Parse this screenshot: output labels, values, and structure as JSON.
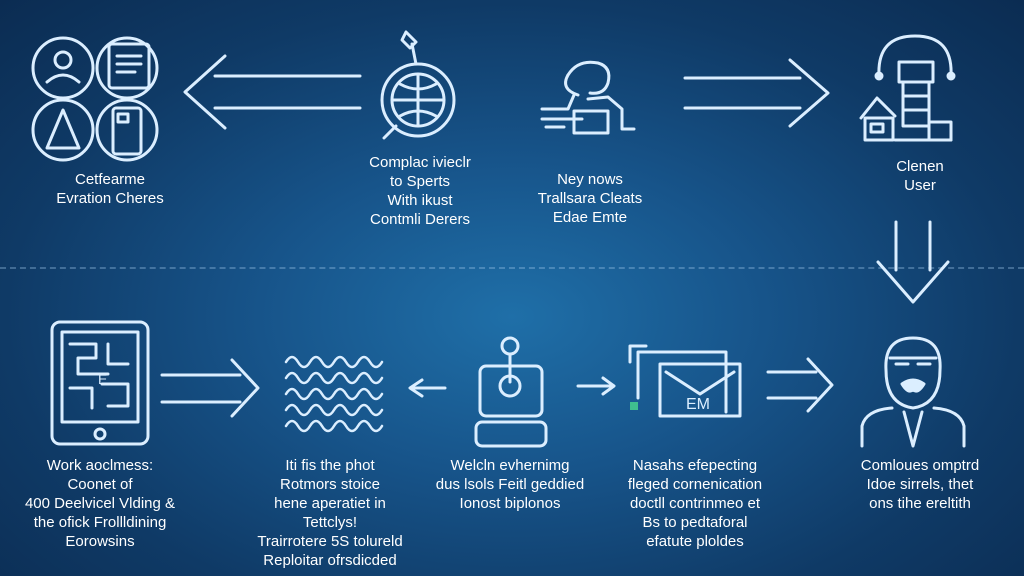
{
  "top_row": [
    {
      "id": "t1",
      "lines": [
        "Cetfearme",
        "Evration Cheres"
      ]
    },
    {
      "id": "t2",
      "lines": [
        "Complac ivieclr",
        "to Sperts",
        "With ikust",
        "Contmli Derers"
      ]
    },
    {
      "id": "t3",
      "lines": [
        "Ney nows",
        "Trallsara Cleats",
        "Edae Emte"
      ]
    },
    {
      "id": "t4",
      "lines": [
        "Clenen",
        "User"
      ]
    }
  ],
  "bottom_row": [
    {
      "id": "b1",
      "lines": [
        "Work aoclmess:",
        "Coonet of",
        "400 Deelvicel Vlding &",
        "the ofick Frollldining",
        "Eorowsins"
      ]
    },
    {
      "id": "b2",
      "lines": [
        "Iti fis the phot",
        "Rotmors stoice",
        "hene aperatiet in",
        "Tettclys!",
        "Trairrotere 5S tolureld",
        "Reploitar ofrsdicded"
      ]
    },
    {
      "id": "b3",
      "lines": [
        "Welcln evhernimg",
        "dus lsols Feitl geddied",
        "Ionost biplonos"
      ]
    },
    {
      "id": "b4",
      "lines": [
        "Nasahs efepecting",
        "fleged cornenication",
        "doctll contrinmeo et",
        "Bs to pedtaforal",
        "efatute ploldes"
      ]
    },
    {
      "id": "b5",
      "lines": [
        "Comloues omptrd",
        "Idoe sirrels, thet",
        "ons tihe ereltith"
      ]
    }
  ],
  "email_icon_text": "EM",
  "colors": {
    "stroke": "#dbeeff",
    "glow": "#7fc4ff",
    "bg_center": "#1f6fa8",
    "bg_edge": "#0b2c52"
  }
}
